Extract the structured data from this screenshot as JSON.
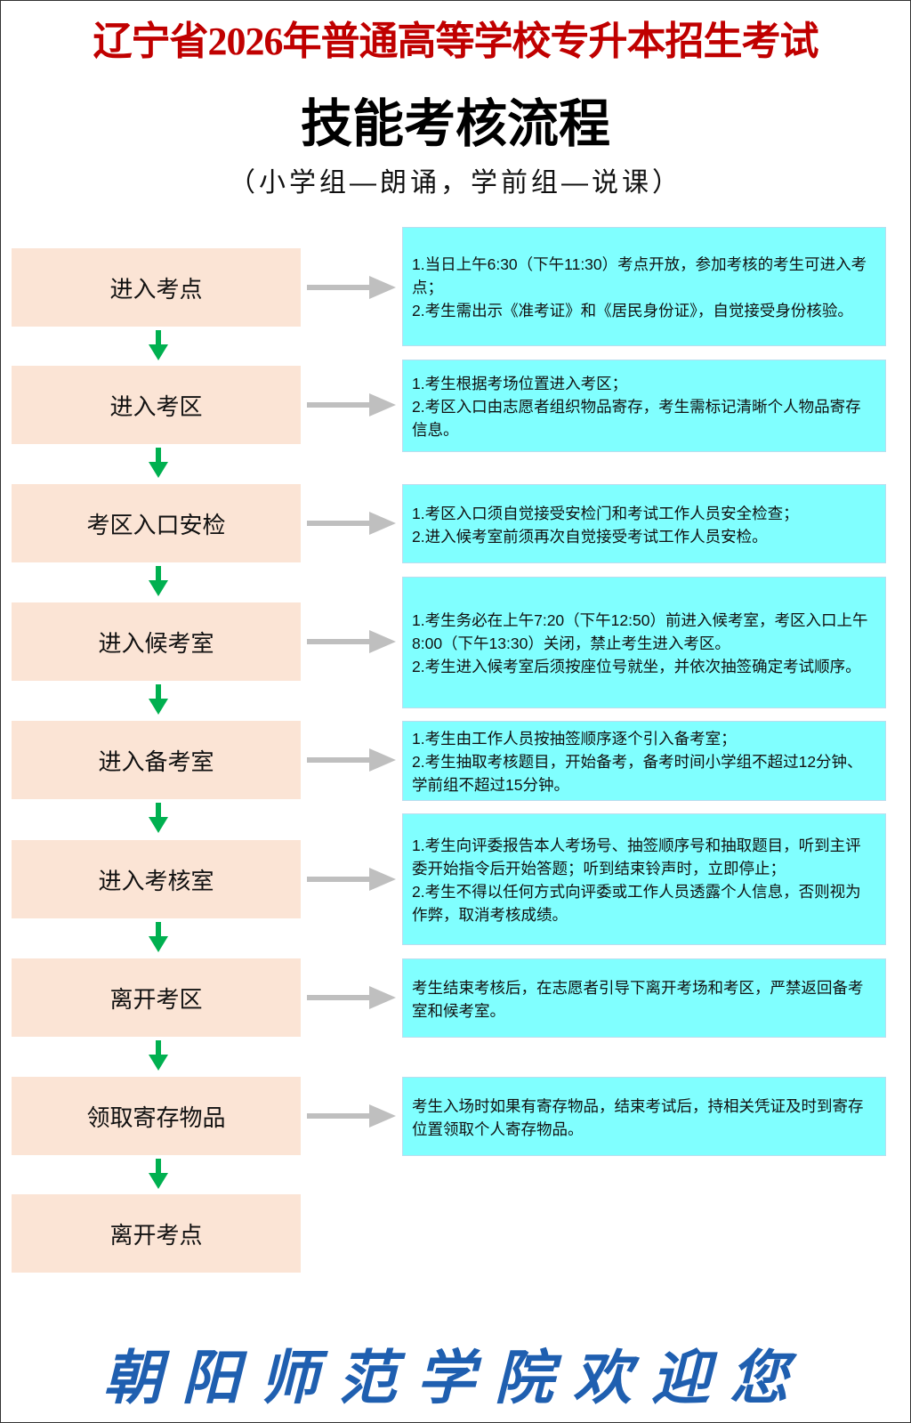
{
  "header": {
    "title": "辽宁省2026年普通高等学校专升本招生考试",
    "subtitle": "技能考核流程",
    "note": "（小学组—朗诵，学前组—说课）"
  },
  "steps": [
    {
      "label": "进入考点",
      "desc": [
        "1.当日上午6:30（下午11:30）考点开放，参加考核的考生可进入考点；",
        "2.考生需出示《准考证》和《居民身份证》，自觉接受身份核验。"
      ]
    },
    {
      "label": "进入考区",
      "desc": [
        "1.考生根据考场位置进入考区；",
        "2.考区入口由志愿者组织物品寄存，考生需标记清晰个人物品寄存信息。"
      ]
    },
    {
      "label": "考区入口安检",
      "desc": [
        "1.考区入口须自觉接受安检门和考试工作人员安全检查；",
        "2.进入候考室前须再次自觉接受考试工作人员安检。"
      ]
    },
    {
      "label": "进入候考室",
      "desc": [
        "1.考生务必在上午7:20（下午12:50）前进入候考室，考区入口上午8:00（下午13:30）关闭，禁止考生进入考区。",
        "2.考生进入候考室后须按座位号就坐，并依次抽签确定考试顺序。"
      ]
    },
    {
      "label": "进入备考室",
      "desc": [
        "1.考生由工作人员按抽签顺序逐个引入备考室；",
        "2.考生抽取考核题目，开始备考，备考时间小学组不超过12分钟、学前组不超过15分钟。"
      ]
    },
    {
      "label": "进入考核室",
      "desc": [
        "1.考生向评委报告本人考场号、抽签顺序号和抽取题目，听到主评委开始指令后开始答题；听到结束铃声时，立即停止；",
        "2.考生不得以任何方式向评委或工作人员透露个人信息，否则视为作弊，取消考核成绩。"
      ]
    },
    {
      "label": "离开考区",
      "desc": [
        "考生结束考核后，在志愿者引导下离开考场和考区，严禁返回备考室和候考室。"
      ]
    },
    {
      "label": "领取寄存物品",
      "desc": [
        "考生入场时如果有寄存物品，结束考试后，持相关凭证及时到寄存位置领取个人寄存物品。"
      ]
    },
    {
      "label": "离开考点",
      "desc": []
    }
  ],
  "footer": "朝阳师范学院欢迎您",
  "colors": {
    "title": "#c00000",
    "step_bg": "#fbe4d5",
    "desc_bg": "#80ffff",
    "down_arrow": "#00b050",
    "right_arrow": "#bfbfbf",
    "footer": "#1f5fb0"
  }
}
